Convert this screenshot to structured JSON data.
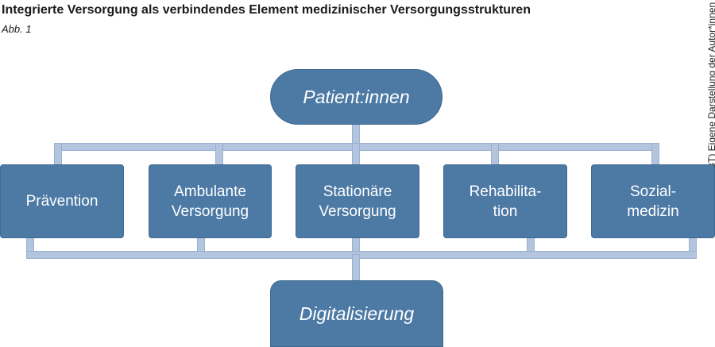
{
  "header": {
    "title": "Integrierte Versorgung als verbindendes Element medizinischer Versorgungsstrukturen",
    "figure_label": "Abb. 1"
  },
  "credit": "© IMG (UBT) Eigene Darstellung der Autor*innen",
  "diagram": {
    "top_node": "Patient:innen",
    "bottom_node": "Digitalisierung",
    "sectors": [
      "Prävention",
      "Ambulante\nVersorgung",
      "Stationäre\nVersorgung",
      "Rehabilita-\ntion",
      "Sozial-\nmedizin"
    ]
  },
  "colors": {
    "node_fill": "#4c7aa5",
    "connector": "#b2c4de",
    "text": "#ffffff"
  }
}
